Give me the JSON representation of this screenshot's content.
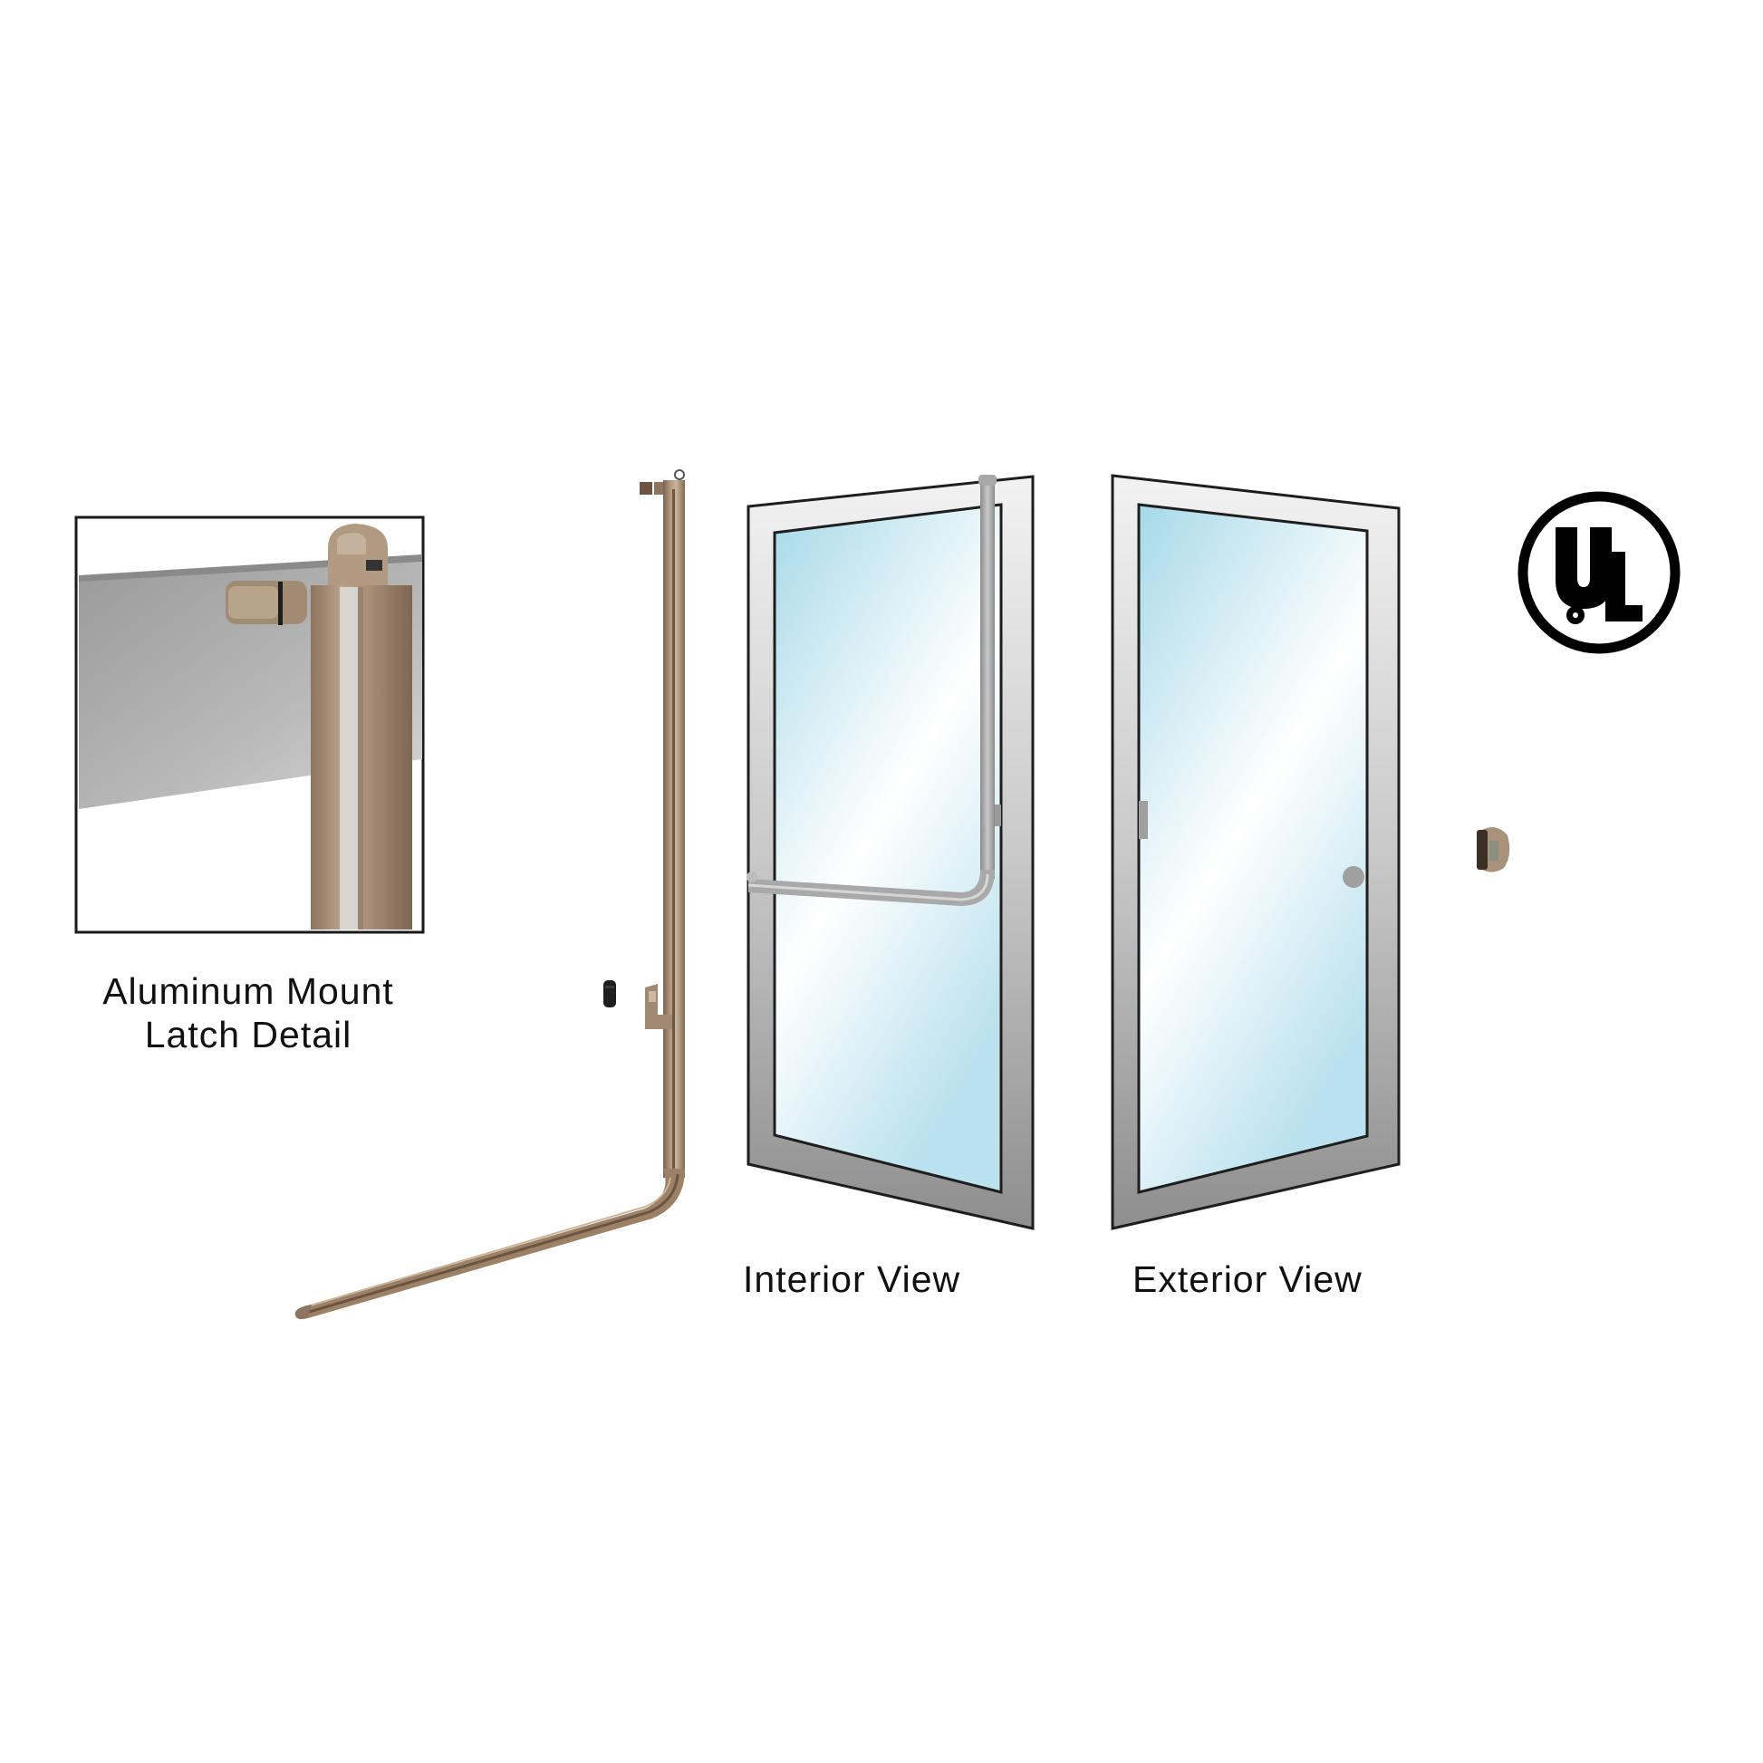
{
  "figure": {
    "subject": "UL listed panic exit door hardware with bronze push bar",
    "background": "#ffffff"
  },
  "detail_inset": {
    "caption_line1": "Aluminum Mount",
    "caption_line2": "Latch Detail",
    "frame_color": "#1a1a1a",
    "finish_color": "#a08a74"
  },
  "push_bar": {
    "finish_color": "#9c8166",
    "finish_highlight": "#c9b49c",
    "finish_shadow": "#6b5442"
  },
  "views": [
    {
      "id": "interior",
      "label": "Interior View",
      "frame_color": "#a9a9a9",
      "glass_top": "#a9dbe8",
      "glass_bottom": "#ffffff",
      "hardware_color": "#9a9a9a"
    },
    {
      "id": "exterior",
      "label": "Exterior View",
      "frame_color": "#a9a9a9",
      "glass_top": "#a9dbe8",
      "glass_bottom": "#ffffff",
      "hardware_color": "#a0a0a0"
    }
  ],
  "certification": {
    "mark": "UL",
    "color": "#000000"
  },
  "strike": {
    "color": "#6b5442"
  }
}
